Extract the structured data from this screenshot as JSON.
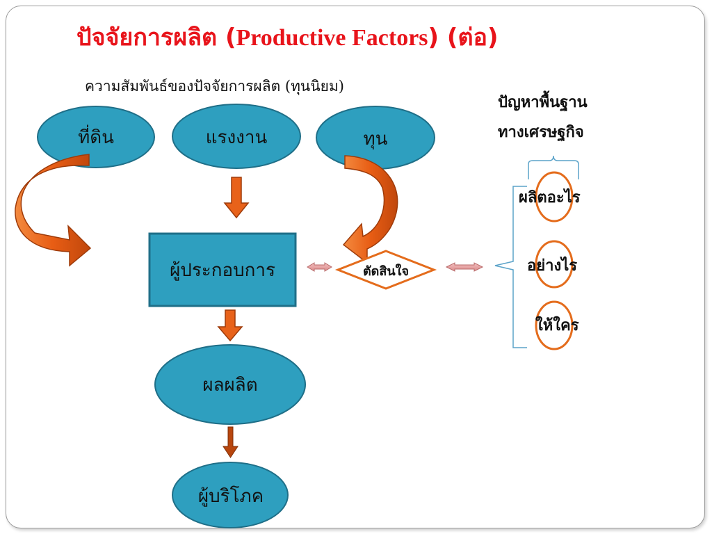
{
  "title": {
    "thai": "ปัจจัยการผลิต (",
    "english": "Productive Factors",
    "suffix": ") (ต่อ)"
  },
  "subtitle": "ความสัมพันธ์ของปัจจัยการผลิต (ทุนนิยม)",
  "factors": {
    "land": "ที่ดิน",
    "labor": "แรงงาน",
    "capital": "ทุน"
  },
  "entrepreneur": "ผู้ประกอบการ",
  "decision": "ตัดสินใจ",
  "output": "ผลผลิต",
  "consumer": "ผู้บริโภค",
  "problems": {
    "heading_line1": "ปัญหาพื้นฐาน",
    "heading_line2": "ทางเศรษฐกิจ",
    "what": "ผลิตอะไร",
    "how": "อย่างไร",
    "for_whom": "ให้ใคร"
  },
  "colors": {
    "node_fill": "#2e9fbf",
    "node_stroke": "#1f6f88",
    "arrow_orange": "#e8621a",
    "title_red": "#e8141b",
    "circle_orange": "#e46c1c",
    "bracket_blue": "#5ba3c9"
  }
}
